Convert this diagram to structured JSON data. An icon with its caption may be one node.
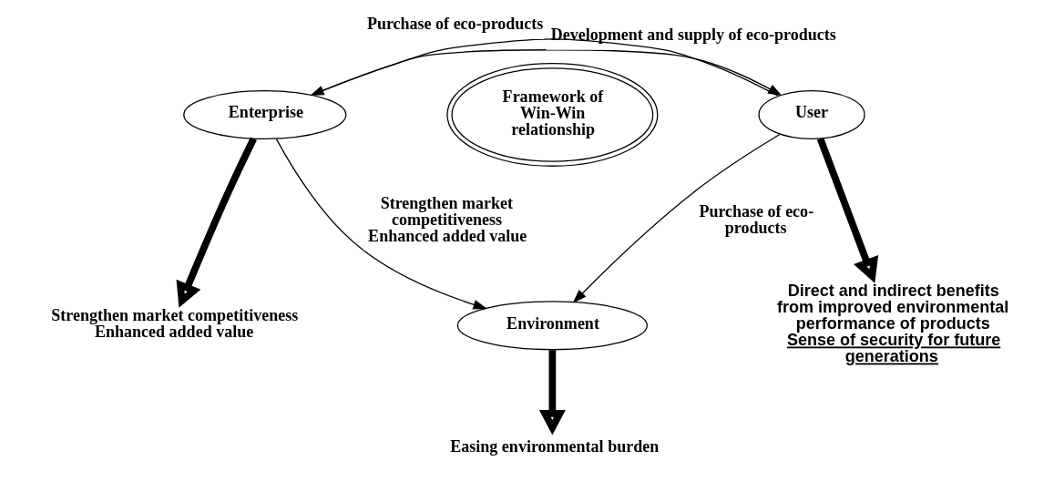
{
  "diagram": {
    "nodes": [
      {
        "text": [
          "Strengthen market competitiveness",
          "Enhanced added value"
        ]
      },
      {
        "text": [
          "Direct and indirect benefits from improved environmental performance of products",
          "Sense of security for future generations"
        ]
      },
      {
        "text": [
          "Enterprise"
        ]
      },
      {
        "text": [
          "User"
        ]
      },
      {
        "text": [
          "Framework of Win-Win relationship"
        ]
      },
      {
        "text": [
          "Environment"
        ]
      },
      {
        "text": [
          "Easing environmental burden"
        ]
      }
    ],
    "edges": [
      {
        "from": 2,
        "to": 0,
        "arrow": "to",
        "style": "thick"
      },
      {
        "from": 3,
        "to": 1,
        "arrow": "to",
        "style": "thick"
      },
      {
        "from": 2,
        "to": 3,
        "arrow": "to",
        "label": "Development and supply of eco-products"
      },
      {
        "from": 3,
        "to": 2,
        "arrow": "to",
        "label": "Purchase of eco-products"
      },
      {
        "from": 2,
        "to": 5,
        "arrow": "to",
        "label": "Strengthen market competitiveness Enhanced added value"
      },
      {
        "from": 3,
        "to": 5,
        "arrow": "to",
        "label": "Purchase of eco-products"
      },
      {
        "from": 5,
        "to": 6,
        "arrow": "to",
        "style": "thick"
      }
    ]
  }
}
